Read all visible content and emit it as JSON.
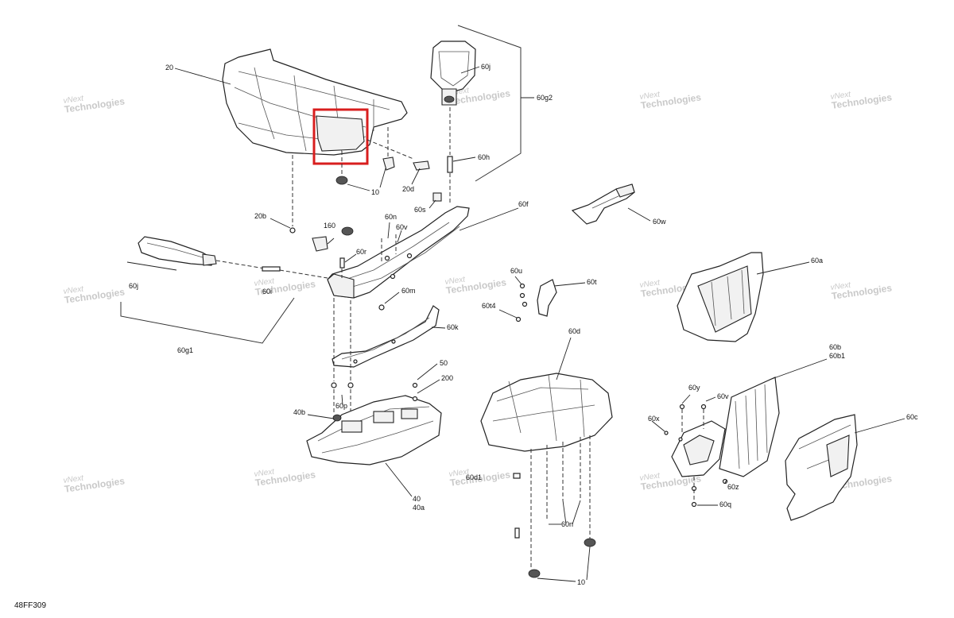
{
  "diagram_code": "48FF309",
  "watermark": {
    "line1": "vNext",
    "line2": "Technologies"
  },
  "highlight_color": "#d81e1e",
  "callouts": {
    "c20": "20",
    "c20b": "20b",
    "c20d": "20d",
    "c10_top": "10",
    "c10_bottom": "10",
    "c160": "160",
    "c60j_top": "60j",
    "c60j_left": "60j",
    "c60g2": "60g2",
    "c60g1": "60g1",
    "c60h": "60h",
    "c60s": "60s",
    "c60f": "60f",
    "c60n_top": "60n",
    "c60n_bottom": "60n",
    "c60v_top": "60v",
    "c60v_right": "60v",
    "c60r": "60r",
    "c60i": "60i",
    "c60m": "60m",
    "c60k": "60k",
    "c60u": "60u",
    "c60t": "60t",
    "c60t4": "60t4",
    "c60w": "60w",
    "c60a": "60a",
    "c60d": "60d",
    "c60b": "60b",
    "c60b1": "60b1",
    "c60c": "60c",
    "c60y": "60y",
    "c60x": "60x",
    "c60z": "60z",
    "c60q": "60q",
    "c60p": "60p",
    "c60d1": "60d1",
    "c50": "50",
    "c200": "200",
    "c40b": "40b",
    "c40": "40",
    "c40a": "40a"
  }
}
